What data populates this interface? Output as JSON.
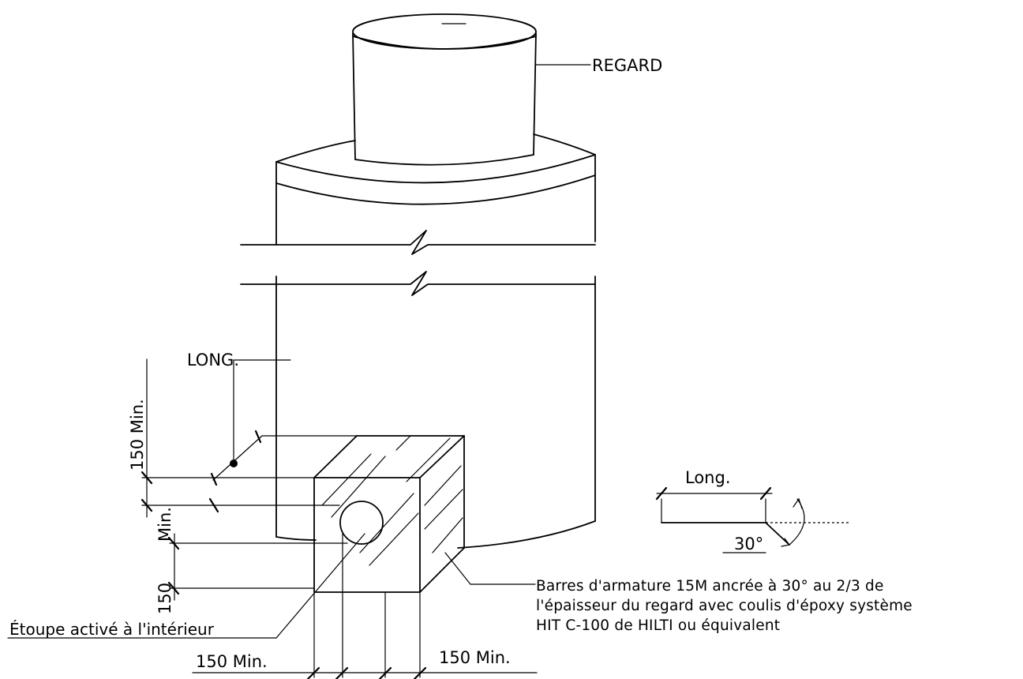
{
  "labels": {
    "regard": "REGARD",
    "long_upper": "LONG.",
    "long_lower": "Long.",
    "angle": "30°",
    "vertical_min_top": "150 Min.",
    "vertical_min_mid_a": "Min.",
    "vertical_min_mid_b": "150",
    "horizontal_min_left": "150 Min.",
    "horizontal_min_right": "150 Min.",
    "etoupe": "Étoupe activé à l'intérieur",
    "barres_line1": "Barres d'armature 15M ancrée à 30° au 2/3 de",
    "barres_line2": "l'épaisseur du regard avec coulis d'époxy système",
    "barres_line3": "HIT C-100 de HILTI ou équivalent"
  },
  "colors": {
    "line": "#000000",
    "background": "#ffffff"
  }
}
